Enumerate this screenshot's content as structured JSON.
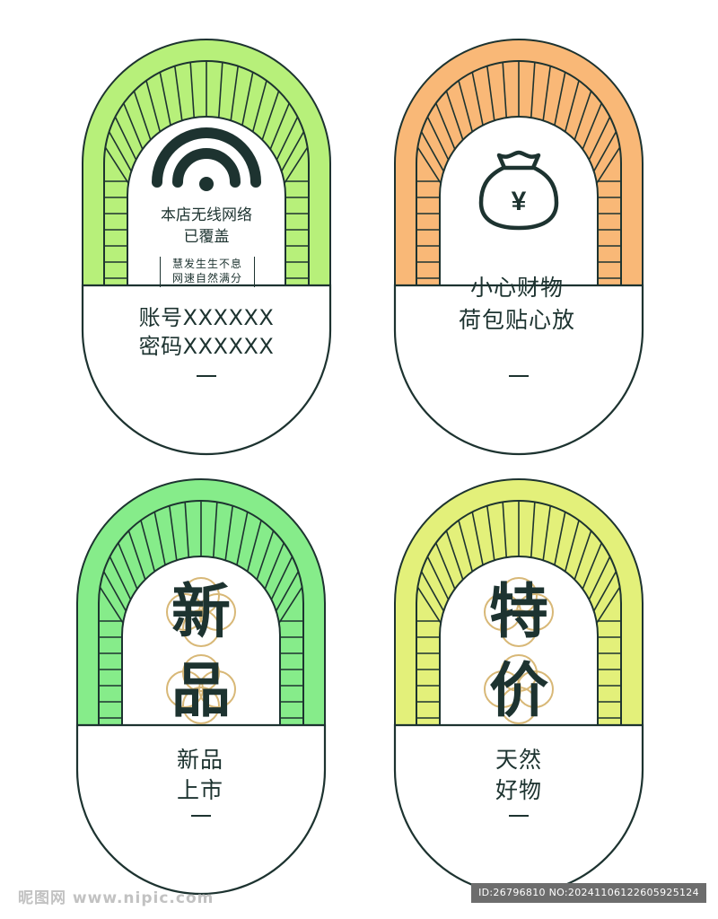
{
  "colors": {
    "wifi_card": "#b7f07a",
    "money_card": "#f9b877",
    "new_card": "#86ec8a",
    "sale_card": "#e3f07a",
    "ink": "#1d3330",
    "knot": "#d8b877"
  },
  "icons": {
    "wifi": "wifi-icon",
    "money": "money-bag-yuan-icon"
  },
  "cards": {
    "wifi": {
      "title_line1": "本店无线网络",
      "title_line2": "已覆盖",
      "slogan_line1": "慧发生生不息",
      "slogan_line2": "网速自然满分",
      "account": "账号XXXXXX",
      "password": "密码XXXXXX"
    },
    "money": {
      "line1": "小心财物",
      "line2": "荷包贴心放",
      "icon_symbol": "¥"
    },
    "new": {
      "big_char1": "新",
      "big_char2": "品",
      "line1": "新品",
      "line2": "上市"
    },
    "sale": {
      "big_char1": "特",
      "big_char2": "价",
      "line1": "天然",
      "line2": "好物"
    }
  },
  "watermark": {
    "left": "昵图网 www.nipic.com",
    "right": "ID:26796810 NO:20241106122605925124"
  }
}
